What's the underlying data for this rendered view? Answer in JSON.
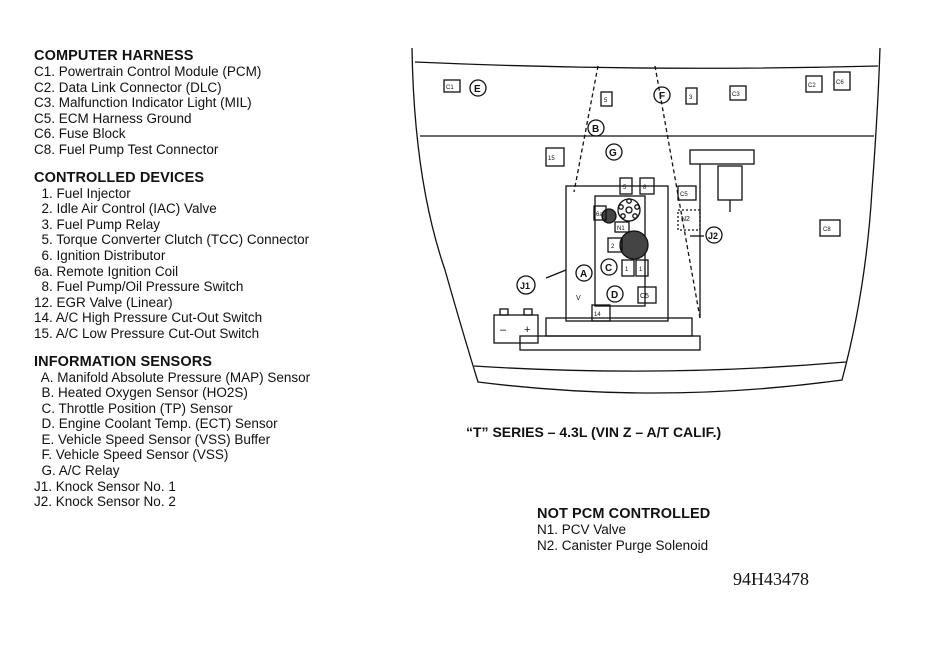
{
  "sections": [
    {
      "heading": "COMPUTER HARNESS",
      "items": [
        "C1. Powertrain Control Module (PCM)",
        "C2. Data Link Connector (DLC)",
        "C3. Malfunction Indicator Light (MIL)",
        "C5. ECM Harness Ground",
        "C6. Fuse Block",
        "C8. Fuel Pump Test Connector"
      ]
    },
    {
      "heading": "CONTROLLED DEVICES",
      "items": [
        "  1. Fuel Injector",
        "  2. Idle Air Control (IAC) Valve",
        "  3. Fuel Pump Relay",
        "  5. Torque Converter Clutch (TCC) Connector",
        "  6. Ignition Distributor",
        "6a. Remote Ignition Coil",
        "  8. Fuel Pump/Oil Pressure Switch",
        "12. EGR Valve (Linear)",
        "14. A/C High Pressure Cut-Out Switch",
        "15. A/C Low Pressure Cut-Out Switch"
      ]
    },
    {
      "heading": "INFORMATION SENSORS",
      "items": [
        "  A. Manifold Absolute Pressure (MAP) Sensor",
        "  B. Heated Oxygen Sensor (HO2S)",
        "  C. Throttle Position (TP) Sensor",
        "  D. Engine Coolant Temp. (ECT) Sensor",
        "  E. Vehicle Speed Sensor (VSS) Buffer",
        "  F. Vehicle Speed Sensor (VSS)",
        "  G. A/C Relay",
        "J1. Knock Sensor No. 1",
        "J2. Knock Sensor No. 2"
      ]
    }
  ],
  "caption": "“T” SERIES  –  4.3L (VIN Z – A/T CALIF.)",
  "not_pcm": {
    "heading": "NOT PCM CONTROLLED",
    "items": [
      "N1. PCV Valve",
      "N2. Canister Purge Solenoid"
    ]
  },
  "figure_id": "94H43478",
  "diagram_labels": {
    "C1": "C1",
    "E": "E",
    "n5": "5",
    "F": "F",
    "n3": "3",
    "C3": "C3",
    "C2": "C2",
    "C6": "C6",
    "B": "B",
    "n15": "15",
    "G": "G",
    "n5b": "5",
    "n8": "8",
    "n6a": "6a",
    "N1": "N1",
    "n2": "2",
    "C": "C",
    "n1a": "1",
    "n1b": "1",
    "A": "A",
    "J1": "J1",
    "V": "V",
    "D": "D",
    "C5": "C5",
    "C5b": "C5",
    "N2": "N2",
    "J2": "J2",
    "C8": "C8",
    "n14": "14",
    "minus": "–",
    "plus": "+"
  }
}
